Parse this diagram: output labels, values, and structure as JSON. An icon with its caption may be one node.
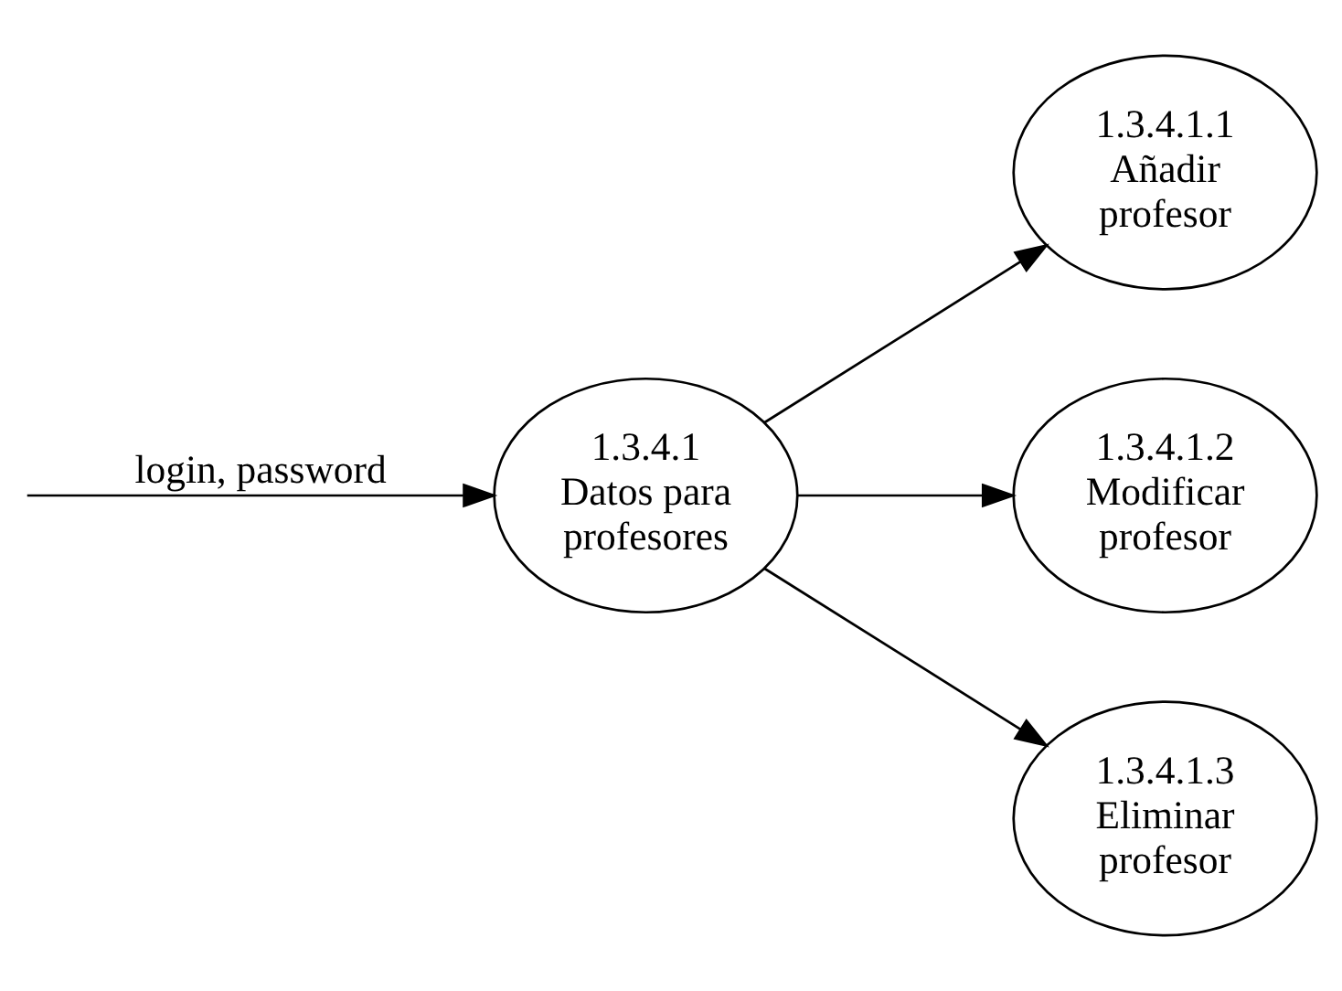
{
  "diagram": {
    "nodes": [
      {
        "text": [
          "1.3.4.1",
          "Datos para profesores"
        ]
      },
      {
        "text": [
          "1.3.4.1.1",
          "Añadir profesor"
        ]
      },
      {
        "text": [
          "1.3.4.1.2",
          "Modificar profesor"
        ]
      },
      {
        "text": [
          "1.3.4.1.3",
          "Eliminar profesor"
        ]
      }
    ],
    "edges": [
      {
        "from": null,
        "to": 0,
        "arrow": "to",
        "label": "login, password"
      },
      {
        "from": 0,
        "to": 1,
        "arrow": "to"
      },
      {
        "from": 0,
        "to": 2,
        "arrow": "to"
      },
      {
        "from": 0,
        "to": 3,
        "arrow": "to"
      }
    ]
  }
}
